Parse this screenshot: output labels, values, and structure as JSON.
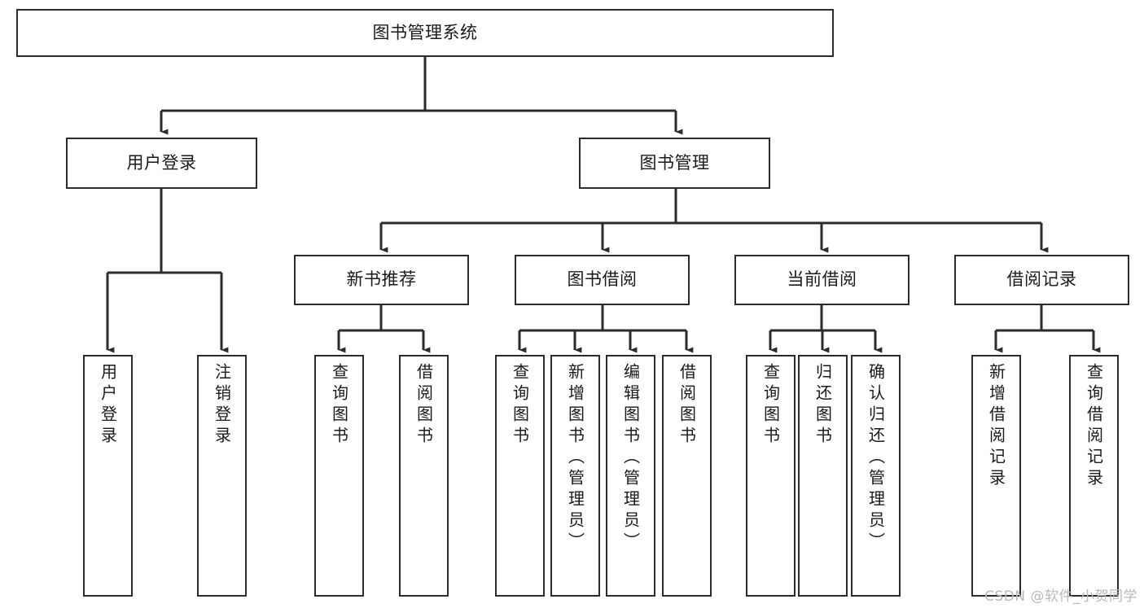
{
  "diagram": {
    "title": "图书管理系统",
    "type": "tree-hierarchy-chart",
    "colors": {
      "box_border": "#2b2b2b",
      "box_fill": "#ffffff",
      "connector": "#2b2b2b",
      "text": "#1a1a1a",
      "watermark": "#b9b9b9",
      "background": "#ffffff"
    },
    "root": {
      "label": "图书管理系统"
    },
    "level2": [
      {
        "label": "用户登录"
      },
      {
        "label": "图书管理"
      }
    ],
    "level3": [
      {
        "label": "新书推荐"
      },
      {
        "label": "图书借阅"
      },
      {
        "label": "当前借阅"
      },
      {
        "label": "借阅记录"
      }
    ],
    "leaves": {
      "user_login": [
        {
          "label": "用户登录"
        },
        {
          "label": "注销登录"
        }
      ],
      "new_book_recommend": [
        {
          "label": "查询图书"
        },
        {
          "label": "借阅图书"
        }
      ],
      "book_borrow": [
        {
          "label": "查询图书"
        },
        {
          "label": "新增图书（管理员）"
        },
        {
          "label": "编辑图书（管理员）"
        },
        {
          "label": "借阅图书"
        }
      ],
      "current_borrow": [
        {
          "label": "查询图书"
        },
        {
          "label": "归还图书"
        },
        {
          "label": "确认归还（管理员）"
        }
      ],
      "borrow_record": [
        {
          "label": "新增借阅记录"
        },
        {
          "label": "查询借阅记录"
        }
      ]
    }
  },
  "watermark": {
    "text": "CSDN @软件_小贺同学"
  }
}
